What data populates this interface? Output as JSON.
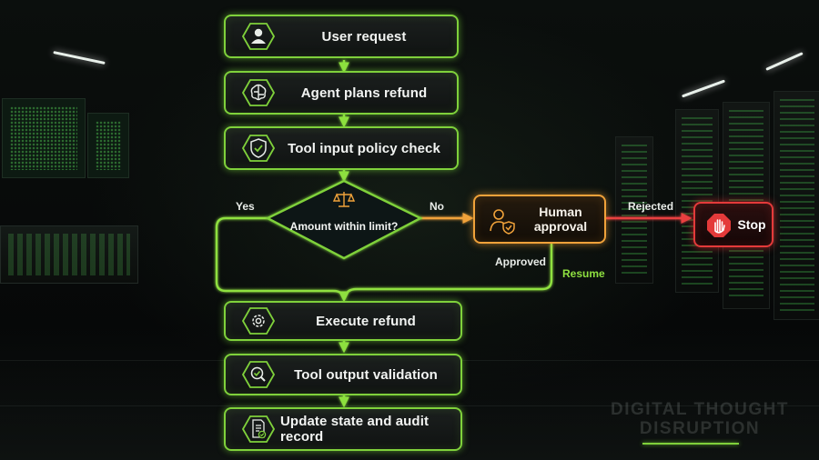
{
  "colors": {
    "accent_green": "#7fd13b",
    "accent_orange": "#f0a23a",
    "accent_red": "#e43a3a"
  },
  "steps": {
    "user_request": {
      "label": "User request",
      "icon": "user-icon"
    },
    "agent_plans": {
      "label": "Agent plans refund",
      "icon": "brain-icon"
    },
    "input_check": {
      "label": "Tool input policy check",
      "icon": "shield-check-icon"
    },
    "execute": {
      "label": "Execute refund",
      "icon": "gear-icon"
    },
    "output_validation": {
      "label": "Tool output validation",
      "icon": "magnifier-check-icon"
    },
    "update_audit": {
      "label": "Update state and audit record",
      "icon": "document-check-icon"
    }
  },
  "decision": {
    "label": "Amount within limit?",
    "icon": "scales-icon"
  },
  "human": {
    "label_line1": "Human",
    "label_line2": "approval",
    "icon": "user-shield-icon"
  },
  "stop": {
    "label": "Stop",
    "icon": "hand-stop-icon"
  },
  "edges": {
    "yes": "Yes",
    "no": "No",
    "rejected": "Rejected",
    "approved": "Approved",
    "resume": "Resume"
  },
  "watermark": {
    "line1": "DIGITAL THOUGHT",
    "line2": "DISRUPTION"
  }
}
